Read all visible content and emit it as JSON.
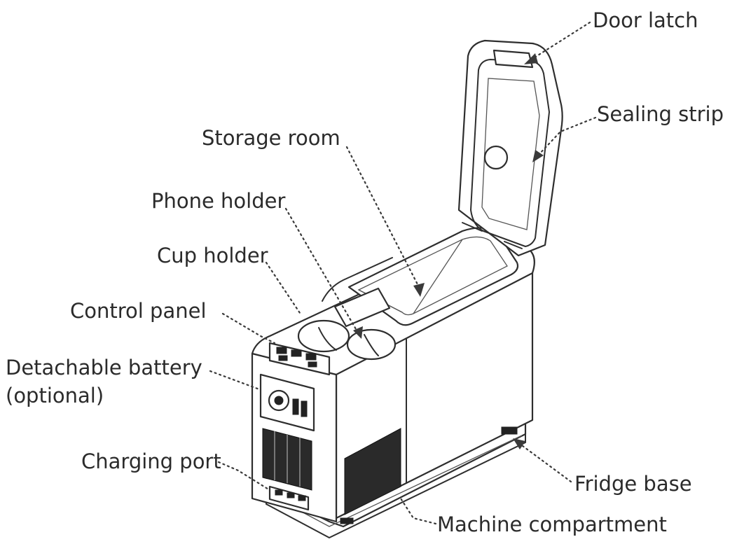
{
  "labels": {
    "door_latch": "Door latch",
    "sealing_strip": "Sealing strip",
    "storage_room": "Storage room",
    "phone_holder": "Phone holder",
    "cup_holder": "Cup holder",
    "control_panel": "Control panel",
    "detachable_battery_line1": "Detachable battery",
    "detachable_battery_line2": "(optional)",
    "charging_port": "Charging port",
    "fridge_base": "Fridge base",
    "machine_compartment": "Machine compartment"
  }
}
